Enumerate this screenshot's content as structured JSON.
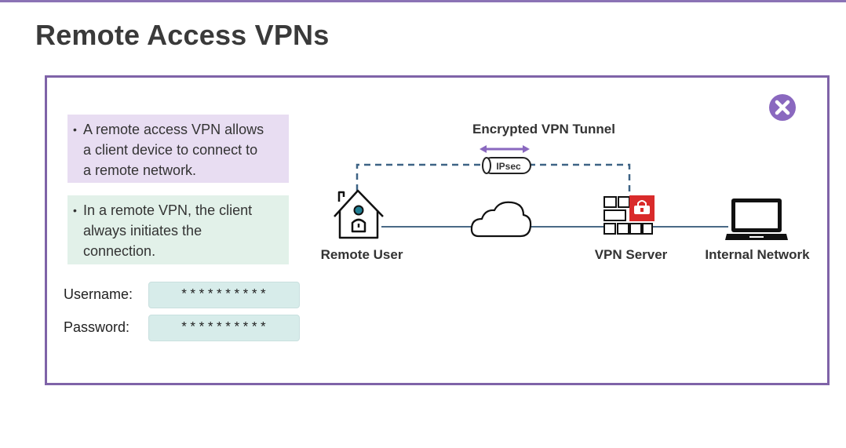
{
  "title": "Remote Access VPNs",
  "notes": [
    {
      "bullet": "•",
      "lines": [
        "A remote access VPN allows",
        "a client device to connect to",
        "a remote network."
      ],
      "bg": "#e8ddf2"
    },
    {
      "bullet": "•",
      "lines": [
        "In a remote VPN, the client",
        "always initiates the",
        "connection."
      ],
      "bg": "#e2f1e9"
    }
  ],
  "credentials": {
    "username_label": "Username:",
    "username_value": "**********",
    "password_label": "Password:",
    "password_value": "**********"
  },
  "diagram": {
    "tunnel_label": "Encrypted VPN Tunnel",
    "tunnel_protocol": "IPsec",
    "nodes": {
      "remote_user": "Remote User",
      "vpn_server": "VPN Server",
      "internal_network": "Internal Network"
    }
  },
  "icons": {
    "close": "close-icon",
    "house": "house-user-icon",
    "cloud": "cloud-icon",
    "firewall": "firewall-icon",
    "laptop": "laptop-icon"
  },
  "colors": {
    "accent_purple": "#7f63a8",
    "close_purple": "#8a68bf",
    "tunnel_dash": "#3d6385",
    "link_line": "#4a6a86",
    "lock_red": "#d92b2b"
  }
}
